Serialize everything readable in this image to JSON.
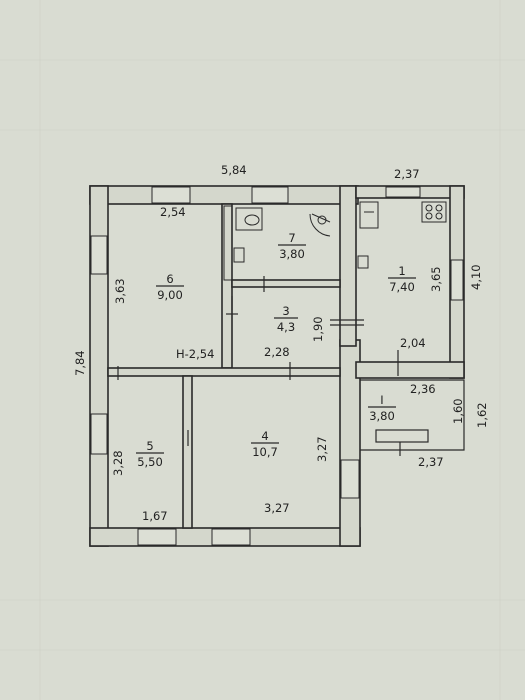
{
  "dimensions": {
    "top_width": "5,84",
    "porch_width_top": "2,37",
    "left_height": "7,84",
    "right_upper": "4,10",
    "porch_depth_a": "1,60",
    "porch_depth_b": "1,62",
    "porch_width_bottom": "2,37",
    "room6_width": "2,54",
    "room6_height": "3,63",
    "hall_width": "2,28",
    "room3_height": "1,90",
    "room1_bottom": "2,04",
    "room1_outer": "2,36",
    "room1_height": "3,65",
    "room5_height": "3,28",
    "room5_width": "1,67",
    "room4_width": "3,27",
    "room4_height": "3,27",
    "corridor_label": "Н-2,54"
  },
  "rooms": [
    {
      "number": "6",
      "area": "9,00"
    },
    {
      "number": "7",
      "area": "3,80"
    },
    {
      "number": "1",
      "area": "7,40"
    },
    {
      "number": "3",
      "area": "4,3"
    },
    {
      "number": "5",
      "area": "5,50"
    },
    {
      "number": "4",
      "area": "10,7"
    },
    {
      "number": "I",
      "area": "3,80"
    }
  ],
  "colors": {
    "background": "#d9dcd2",
    "line": "#2a2a2a"
  }
}
